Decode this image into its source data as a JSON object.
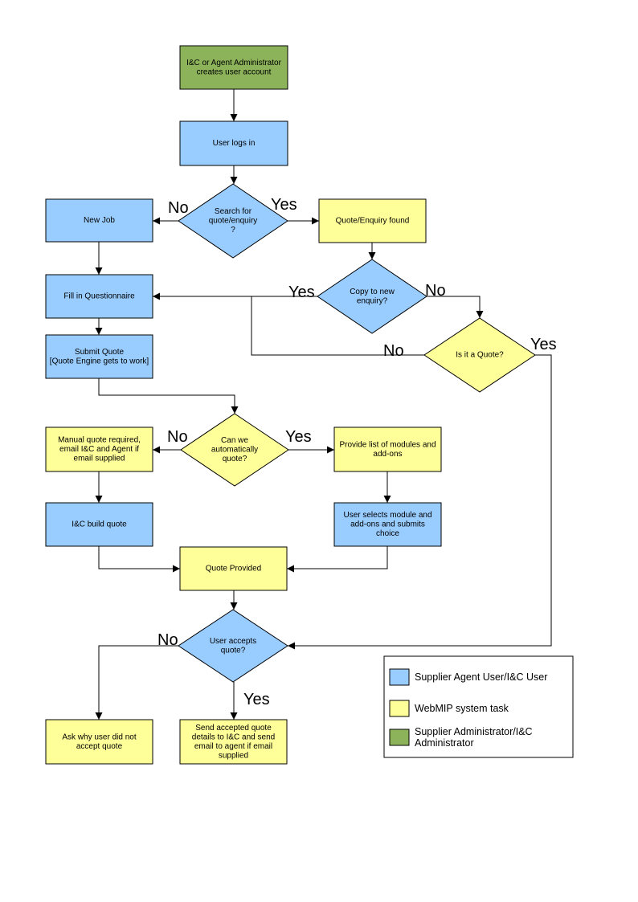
{
  "colors": {
    "user": "#99ccff",
    "system": "#ffff99",
    "admin": "#8cb35a",
    "line": "#000000"
  },
  "nodes": [
    {
      "id": "create_account",
      "kind": "admin",
      "lines": [
        "I&C or Agent Administrator",
        "creates user account"
      ]
    },
    {
      "id": "login",
      "kind": "user",
      "lines": [
        "User logs in"
      ]
    },
    {
      "id": "search",
      "kind": "user",
      "lines": [
        "Search for",
        "quote/enquiry",
        "?"
      ]
    },
    {
      "id": "new_job",
      "kind": "user",
      "lines": [
        "New Job"
      ]
    },
    {
      "id": "found",
      "kind": "system",
      "lines": [
        "Quote/Enquiry found"
      ]
    },
    {
      "id": "questionnaire",
      "kind": "user",
      "lines": [
        "Fill in Questionnaire"
      ]
    },
    {
      "id": "copy",
      "kind": "user",
      "lines": [
        "Copy to new",
        "enquiry?"
      ]
    },
    {
      "id": "is_quote",
      "kind": "system",
      "lines": [
        "Is it a Quote?"
      ]
    },
    {
      "id": "submit",
      "kind": "user",
      "lines": [
        "Submit Quote",
        "[Quote Engine gets to work]"
      ]
    },
    {
      "id": "auto",
      "kind": "system",
      "lines": [
        "Can we",
        "automatically",
        "quote?"
      ]
    },
    {
      "id": "manual",
      "kind": "system",
      "lines": [
        "Manual quote required,",
        "email I&C and Agent if",
        "email supplied"
      ]
    },
    {
      "id": "modules",
      "kind": "system",
      "lines": [
        "Provide list of modules and",
        "add-ons"
      ]
    },
    {
      "id": "build",
      "kind": "user",
      "lines": [
        "I&C build quote"
      ]
    },
    {
      "id": "select",
      "kind": "user",
      "lines": [
        "User selects module and",
        "add-ons and submits",
        "choice"
      ]
    },
    {
      "id": "provided",
      "kind": "system",
      "lines": [
        "Quote Provided"
      ]
    },
    {
      "id": "accepts",
      "kind": "user",
      "lines": [
        "User accepts",
        "quote?"
      ]
    },
    {
      "id": "ask",
      "kind": "system",
      "lines": [
        "Ask why user did not",
        "accept quote"
      ]
    },
    {
      "id": "send",
      "kind": "system",
      "lines": [
        "Send accepted quote",
        "details to I&C and send",
        "email to agent if email",
        "supplied"
      ]
    }
  ],
  "branch_labels": {
    "search_no": "No",
    "search_yes": "Yes",
    "copy_yes": "Yes",
    "copy_no": "No",
    "quote_no": "No",
    "quote_yes": "Yes",
    "auto_no": "No",
    "auto_yes": "Yes",
    "accepts_no": "No",
    "accepts_yes": "Yes"
  },
  "legend": [
    {
      "id": "user",
      "lines": [
        "Supplier Agent User/I&C User"
      ]
    },
    {
      "id": "system",
      "lines": [
        "WebMIP system task"
      ]
    },
    {
      "id": "admin",
      "lines": [
        "Supplier Administrator/I&C",
        "Administrator"
      ]
    }
  ]
}
